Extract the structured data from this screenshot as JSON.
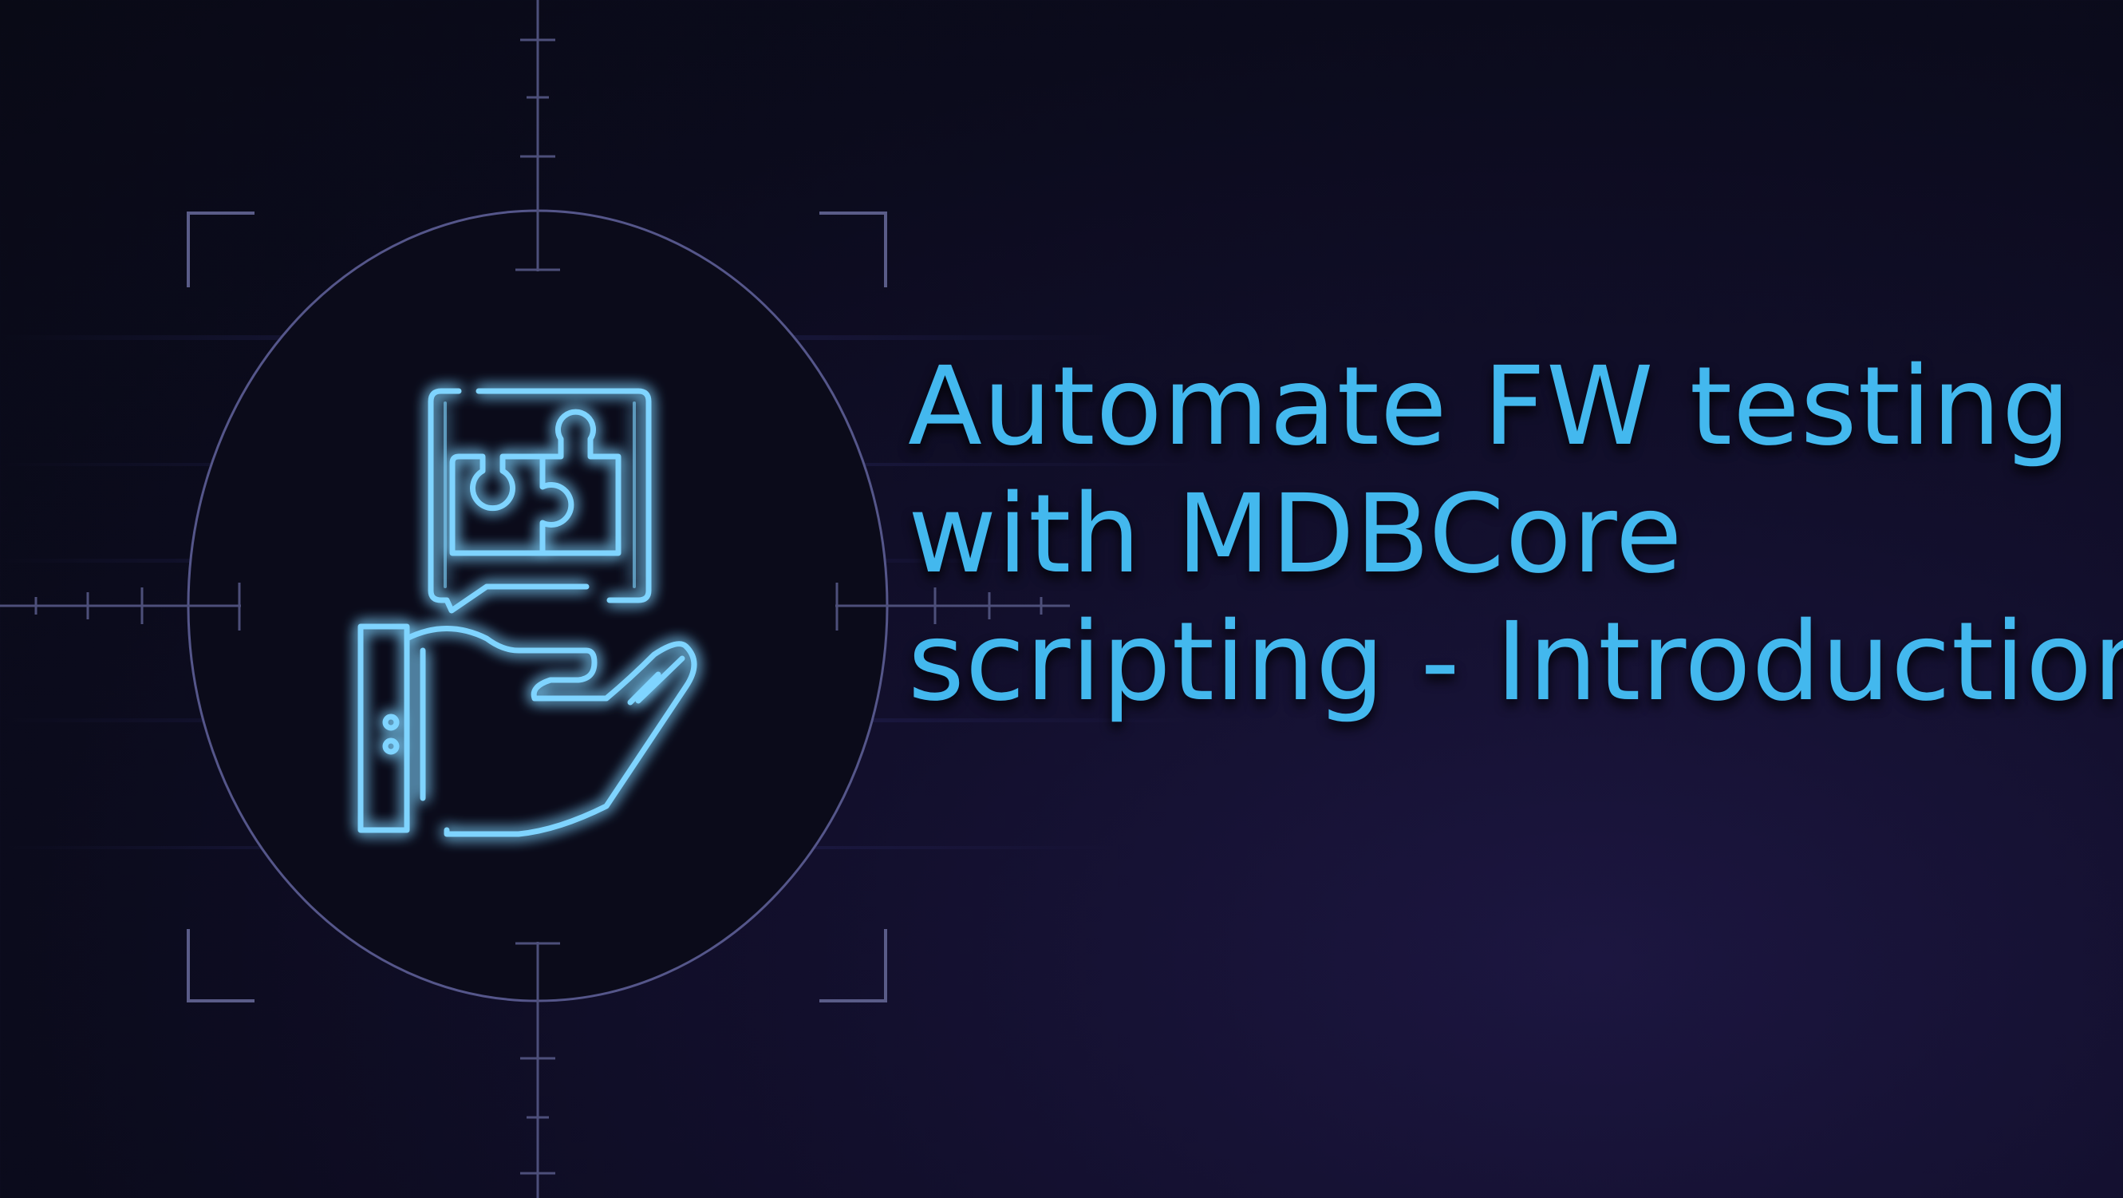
{
  "banner": {
    "title_lines": [
      "Automate FW testing",
      "with MDBCore",
      "scripting - Introduction"
    ],
    "icon": "hand-holding-puzzle-chat-icon",
    "accent_color": "#43b8ee",
    "frame_color": "#4d4f7a"
  }
}
